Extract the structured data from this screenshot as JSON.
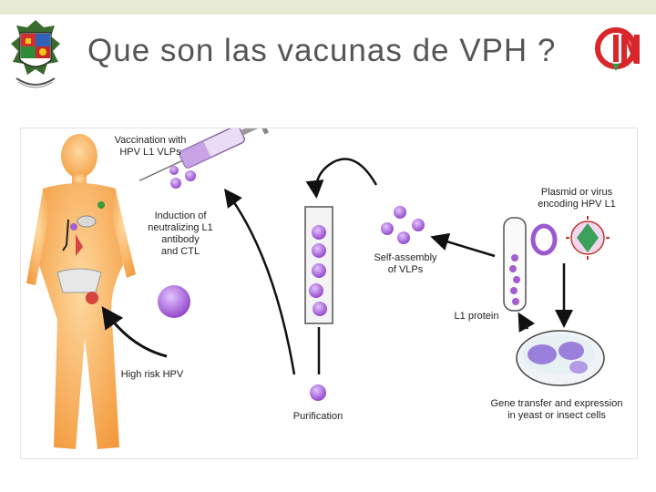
{
  "slide": {
    "title": "Que son las vacunas de VPH ?",
    "accent_colors": {
      "header_band": "#e7ebd5",
      "logo_red": "#d9262b",
      "logo_green": "#2e9a48",
      "body_orange": "#f6a64e",
      "particle_purple": "#a35fd2"
    }
  },
  "diagram": {
    "labels": {
      "vaccination": "Vaccination with\nHPV L1 VLPs",
      "induction": "Induction of\nneutralizing L1\nantibody\nand CTL",
      "high_risk": "High risk HPV",
      "purification": "Purification",
      "self_assembly": "Self-assembly\nof VLPs",
      "plasmid": "Plasmid or virus\nencoding  HPV L1",
      "l1_protein": "L1 protein",
      "gene_transfer": "Gene transfer and expression\nin yeast or insect cells"
    }
  }
}
